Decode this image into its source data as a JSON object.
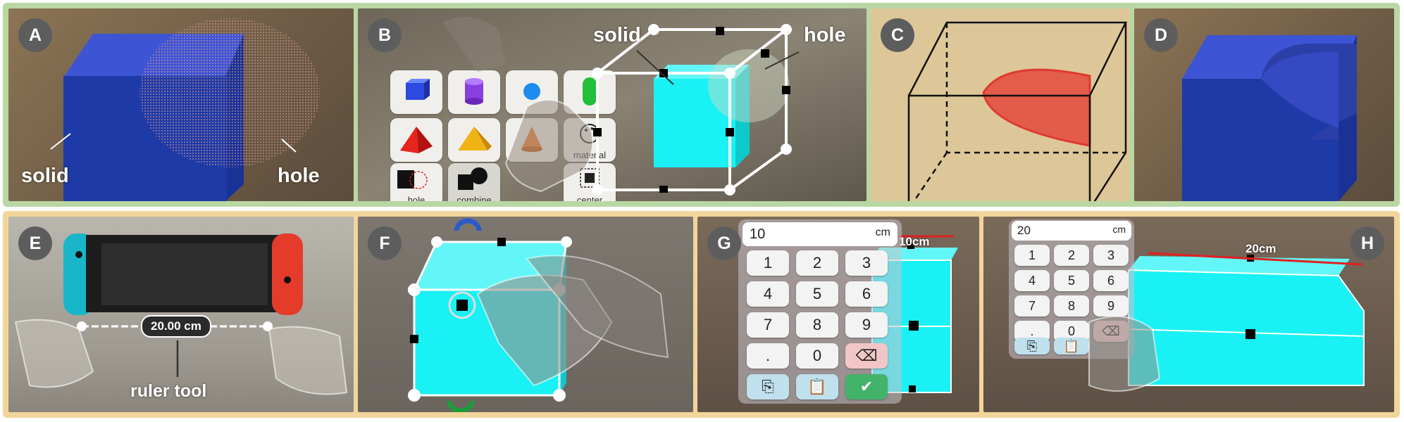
{
  "panels": {
    "A": {
      "badge": "A",
      "solid_label": "solid",
      "hole_label": "hole"
    },
    "B": {
      "badge": "B",
      "solid_label": "solid",
      "hole_label": "hole",
      "menu_labels": {
        "material": "material",
        "hole": "hole",
        "combine": "combine",
        "center": "center"
      }
    },
    "C": {
      "badge": "C"
    },
    "D": {
      "badge": "D"
    },
    "E": {
      "badge": "E",
      "ruler_readout": "20.00 cm",
      "ruler_tool_label": "ruler tool"
    },
    "F": {
      "badge": "F"
    },
    "G": {
      "badge": "G",
      "display_value": "10",
      "display_unit": "cm",
      "dimension_label": "10cm",
      "keys": [
        "1",
        "2",
        "3",
        "4",
        "5",
        "6",
        "7",
        "8",
        "9",
        ".",
        "0"
      ]
    },
    "H": {
      "badge": "H",
      "display_value": "20",
      "display_unit": "cm",
      "dimension_label": "20cm",
      "keys": [
        "1",
        "2",
        "3",
        "4",
        "5",
        "6",
        "7",
        "8",
        "9",
        ".",
        "0"
      ]
    }
  },
  "colors": {
    "top_border": "#b9d7a3",
    "bottom_border": "#f1d59b",
    "solid_blue": "#1e3aa6",
    "cyan_box": "#19f1f4",
    "hole_red": "#e5493d",
    "badge_gray": "#5d5d5d"
  }
}
